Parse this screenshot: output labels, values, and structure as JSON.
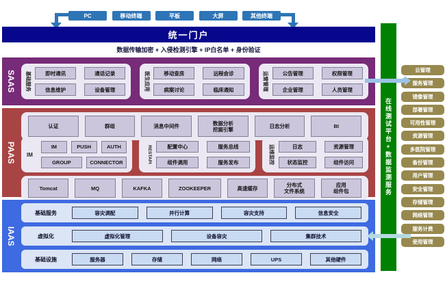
{
  "terminals": {
    "items": [
      "PC",
      "移动终端",
      "平板",
      "大屏",
      "其他终端"
    ]
  },
  "portal": {
    "title": "统一门户",
    "security_line": "数据传输加密 + 入侵检测引擎 + IP白名单 + 身份验证"
  },
  "saas": {
    "label": "SAAS",
    "groups": [
      {
        "label": "基础服务",
        "items": [
          "即时通讯",
          "通话记录",
          "信息维护",
          "设备管理"
        ]
      },
      {
        "label": "医生应用",
        "items": [
          "移动查房",
          "远程会诊",
          "病案讨论",
          "临床通知"
        ]
      },
      {
        "label": "运营管理",
        "items": [
          "公告管理",
          "权限管理",
          "企业管理",
          "人员管理"
        ]
      }
    ]
  },
  "paas": {
    "label": "PAAS",
    "middleware_row": [
      "认证",
      "群组",
      "消息中间件",
      "数据分析\n挖掘引擎",
      "日志分析",
      "BI"
    ],
    "im_group": {
      "label": "IM",
      "items": [
        "IM",
        "PUSH",
        "AUTH",
        "GROUP",
        "CONNECTOR"
      ]
    },
    "restapi_group": {
      "label": "RESTAPI",
      "items": [
        "配置中心",
        "服务总线",
        "组件调用",
        "服务发布"
      ]
    },
    "ops_group": {
      "label": "运维监控",
      "items": [
        "日志",
        "资源管理",
        "状态监控",
        "组件访问"
      ]
    },
    "infra_row": [
      "Tomcat",
      "MQ",
      "KAFKA",
      "ZOOKEEPER",
      "高速缓存",
      "分布式\n文件系统",
      "应用\n组件包"
    ]
  },
  "iaas": {
    "label": "IAAS",
    "rows": [
      {
        "label": "基础服务",
        "items": [
          "容灾调配",
          "并行计算",
          "容灾支持",
          "信息安全"
        ]
      },
      {
        "label": "虚拟化",
        "items": [
          "虚拟化管理",
          "设备容灾",
          "集群技术"
        ]
      },
      {
        "label": "基础设施",
        "items": [
          "服务器",
          "存储",
          "网络",
          "UPS",
          "其他硬件"
        ]
      }
    ]
  },
  "right_panel": {
    "bar_label": "在线测试平台+数据监测服务",
    "items": [
      "云管理",
      "服务管理",
      "镜像管理",
      "部署管理",
      "可用性管理",
      "资源管理",
      "多医院管理",
      "备份管理",
      "用户管理",
      "安全管理",
      "存储管理",
      "网络管理",
      "服务计费",
      "使用管理"
    ]
  },
  "colors": {
    "terminal_blue": "#2E75B6",
    "portal_navy": "#07078E",
    "saas_purple": "#772B78",
    "paas_red": "#A94444",
    "iaas_blue": "#3E6AE2",
    "green_bar": "#018101",
    "sidebar_khaki": "#97884E",
    "arrow_light_blue": "#9CC3E6"
  }
}
